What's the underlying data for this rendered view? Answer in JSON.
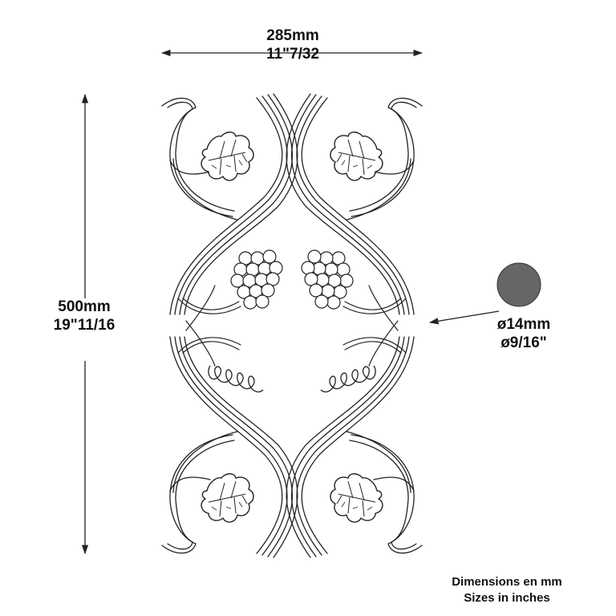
{
  "dimensions": {
    "width": {
      "metric": "285mm",
      "imperial": "11\"7/32"
    },
    "height": {
      "metric": "500mm",
      "imperial": "19\"11/16"
    },
    "bar": {
      "metric": "ø14mm",
      "imperial": "ø9/16\""
    }
  },
  "legend": {
    "line1": "Dimensions en mm",
    "line2": "Sizes in inches"
  },
  "colors": {
    "stroke": "#222222",
    "bar_section": "#666666",
    "background": "#ffffff"
  }
}
